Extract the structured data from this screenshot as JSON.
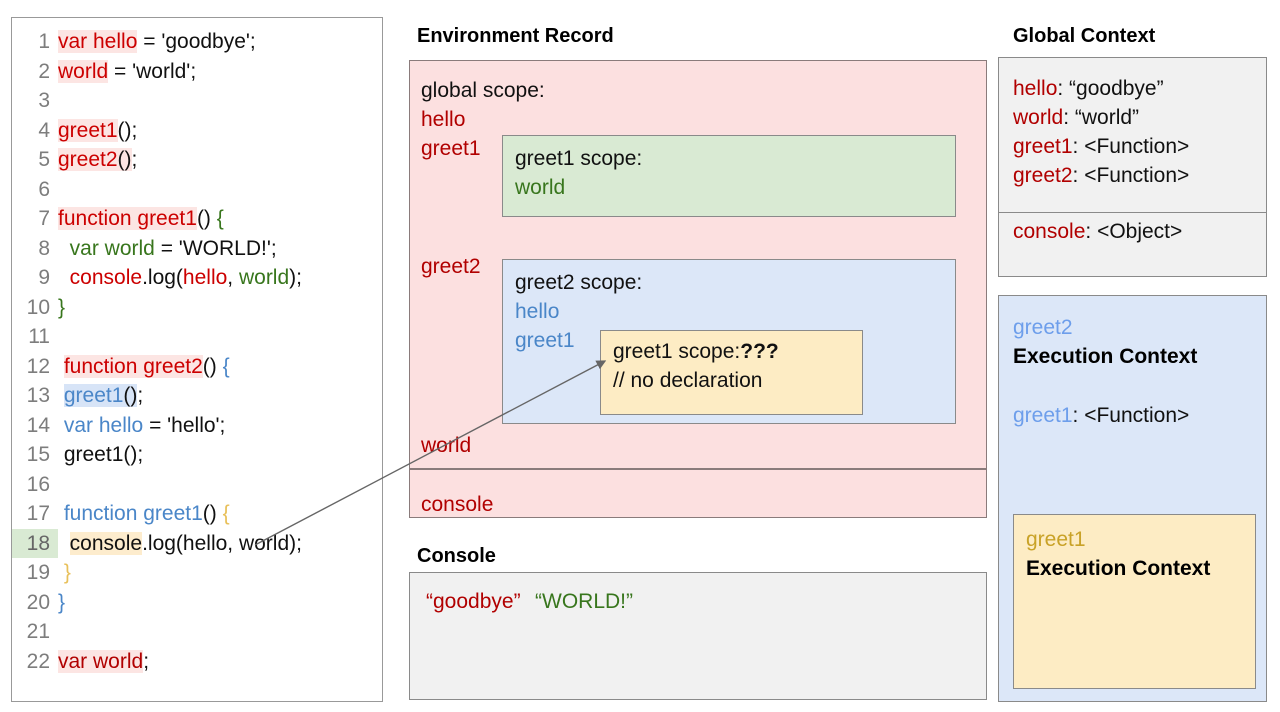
{
  "code_panel": {
    "name": "javascript-source",
    "highlighted_line": 18,
    "lines": [
      {
        "n": "1",
        "text": "var hello = 'goodbye';"
      },
      {
        "n": "2",
        "text": "world = 'world';"
      },
      {
        "n": "3",
        "text": ""
      },
      {
        "n": "4",
        "text": "greet1();"
      },
      {
        "n": "5",
        "text": "greet2();"
      },
      {
        "n": "6",
        "text": ""
      },
      {
        "n": "7",
        "text": "function greet1() {"
      },
      {
        "n": "8",
        "text": "  var world = 'WORLD!';"
      },
      {
        "n": "9",
        "text": "  console.log(hello, world);"
      },
      {
        "n": "10",
        "text": "}"
      },
      {
        "n": "11",
        "text": ""
      },
      {
        "n": "12",
        "text": " function greet2() {"
      },
      {
        "n": "13",
        "text": "  greet1();"
      },
      {
        "n": "14",
        "text": "  var hello = 'hello';"
      },
      {
        "n": "15",
        "text": "  greet1();"
      },
      {
        "n": "16",
        "text": ""
      },
      {
        "n": "17",
        "text": "  function greet1() {"
      },
      {
        "n": "18",
        "text": "   console.log(hello, world);"
      },
      {
        "n": "19",
        "text": "  }"
      },
      {
        "n": "20",
        "text": "}"
      },
      {
        "n": "21",
        "text": ""
      },
      {
        "n": "22",
        "text": "var world;"
      }
    ]
  },
  "environment_record": {
    "title": "Environment Record",
    "global_scope_label": "global scope:",
    "global_bindings": [
      "hello",
      "greet1",
      "greet2",
      "world"
    ],
    "console_binding": "console",
    "greet1_scope": {
      "label": "greet1 scope:",
      "bindings": [
        "world"
      ]
    },
    "greet2_scope": {
      "label": "greet2 scope:",
      "bindings": [
        "hello",
        "greet1"
      ]
    },
    "inner_greet1_scope": {
      "label": "greet1 scope:",
      "value": "???",
      "comment": "// no declaration"
    }
  },
  "console": {
    "title": "Console",
    "output": [
      {
        "text": "“goodbye”",
        "color": "#cc0000"
      },
      {
        "text": "“WORLD!”",
        "color": "#38761d"
      }
    ]
  },
  "global_context": {
    "title": "Global Context",
    "entries": [
      {
        "key": "hello",
        "value": "“goodbye”"
      },
      {
        "key": "world",
        "value": "“world”"
      },
      {
        "key": "greet1",
        "value": "<Function>"
      },
      {
        "key": "greet2",
        "value": "<Function>"
      }
    ],
    "console_entry": {
      "key": "console",
      "value": "<Object>"
    }
  },
  "greet2_execution_context": {
    "name": "greet2",
    "title": "Execution Context",
    "entries": [
      {
        "key": "greet1",
        "value": "<Function>"
      }
    ]
  },
  "greet1_execution_context": {
    "name": "greet1",
    "title": "Execution Context"
  },
  "colors": {
    "red": "#cc0000",
    "green": "#38761d",
    "blue": "#4a86c8",
    "gold": "#c9a227",
    "pink_panel": "#fce0e0",
    "green_panel": "#d9ead3",
    "blue_panel": "#dce7f8",
    "yellow_panel": "#fdecc4",
    "grey_panel": "#f1f1f1"
  },
  "annotation_arrow": {
    "from": "line-18-console",
    "to": "inner-greet1-scope-box"
  }
}
